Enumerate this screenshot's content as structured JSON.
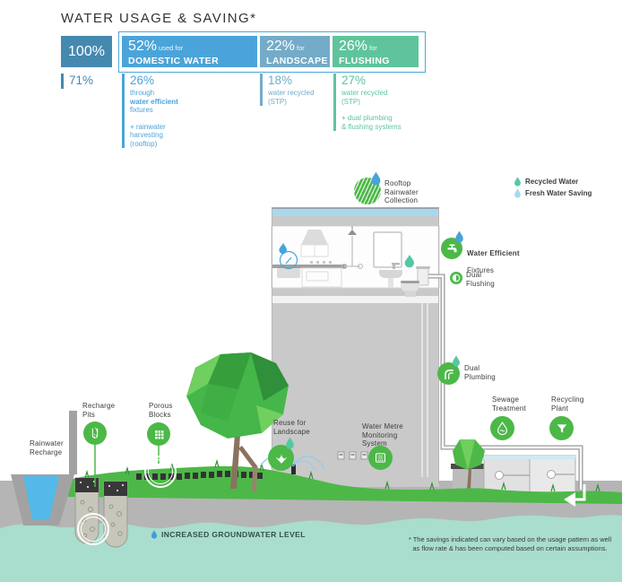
{
  "title": "WATER USAGE & SAVING*",
  "colors": {
    "total_box": "#4589b0",
    "domestic_box": "#4ba4d9",
    "landscape_box": "#74abc8",
    "flushing_box": "#5fc49c",
    "icon_green": "#4cb848",
    "recycled_drop": "#56c7a6",
    "fresh_drop": "#a9d9f0",
    "groundwater": "#a9ddcd"
  },
  "chart_data": {
    "type": "bar",
    "title": "WATER USAGE & SAVING*",
    "total_label": "100%",
    "segments": [
      {
        "value": "52%",
        "qualifier": "used for",
        "label": "DOMESTIC WATER",
        "pct": 52,
        "color": "#4ba4d9"
      },
      {
        "value": "22%",
        "qualifier": "for",
        "label": "LANDSCAPE",
        "pct": 22,
        "color": "#74abc8"
      },
      {
        "value": "26%",
        "qualifier": "for",
        "label": "FLUSHING",
        "pct": 26,
        "color": "#5fc49c"
      }
    ],
    "savings": [
      {
        "value": "71%",
        "color": "#4589b0"
      },
      {
        "value": "26%",
        "line1": "through",
        "line2": "water efficient",
        "line3": "fixtures",
        "extra": "+ rainwater\nharvesting\n(rooftop)",
        "color": "#4ba4d9"
      },
      {
        "value": "18%",
        "line1": "water recycled",
        "line2": "(STP)",
        "line3": "",
        "extra": "",
        "color": "#74abc8"
      },
      {
        "value": "27%",
        "line1": "water recycled",
        "line2": "(STP)",
        "line3": "",
        "extra": "+ dual plumbing\n& flushing systems",
        "color": "#5fc49c"
      }
    ]
  },
  "legend": {
    "recycled": "Recycled Water",
    "fresh": "Fresh Water Saving"
  },
  "labels": {
    "rooftop": "Rooftop\nRainwater\nCollection",
    "water_efficient_1": "Water Efficient",
    "water_efficient_2": "Fixtures",
    "dual_flushing": "Dual\nFlushing",
    "dual_plumbing": "Dual\nPlumbing",
    "sewage": "Sewage\nTreatment",
    "recycling": "Recycling\nPlant",
    "reuse": "Reuse for\nLandscape",
    "metre": "Water Metre\nMonitoring\nSystem",
    "recharge_pits": "Recharge\nPits",
    "porous": "Porous\nBlocks",
    "rainwater_recharge": "Rainwater\nRecharge",
    "groundwater": "INCREASED GROUNDWATER LEVEL"
  },
  "footnote": "* The savings indicated can vary based on the usage pattern as well\nas flow rate & has been computed based on certain assumptions."
}
